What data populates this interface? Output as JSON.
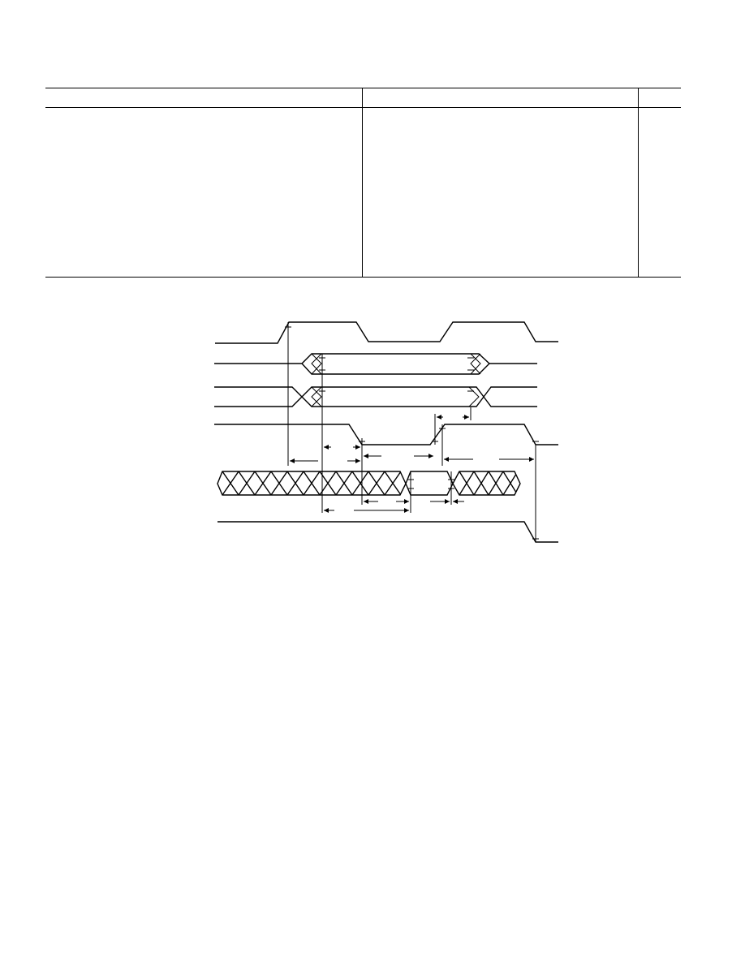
{
  "document": {
    "type": "datasheet-page",
    "table": {
      "header_cells": [
        "",
        "",
        ""
      ],
      "body_cells": [
        "",
        "",
        ""
      ]
    },
    "timing_diagram": {
      "signals": [
        {
          "id": "clock",
          "kind": "clock"
        },
        {
          "id": "bus-1",
          "kind": "bus"
        },
        {
          "id": "bus-2",
          "kind": "bus"
        },
        {
          "id": "strobe",
          "kind": "pulse-low"
        },
        {
          "id": "data",
          "kind": "data-bus"
        },
        {
          "id": "output",
          "kind": "step-low"
        }
      ],
      "colors": {
        "ink": "#000000",
        "paper": "#ffffff"
      }
    }
  }
}
